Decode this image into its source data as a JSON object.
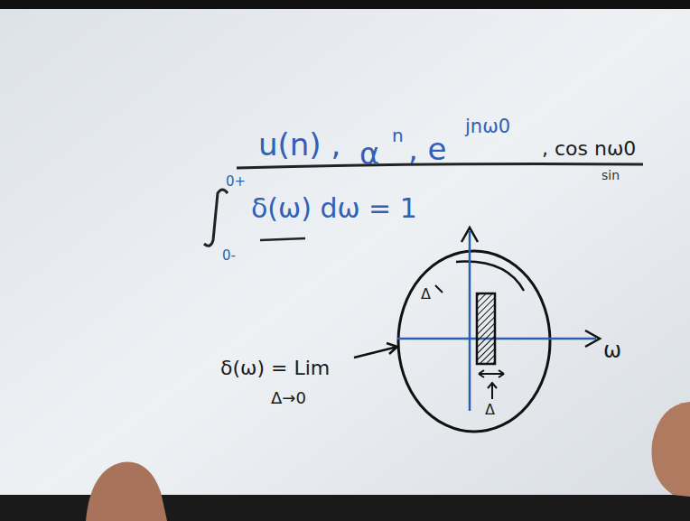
{
  "diagram": {
    "labels": [
      "u(n) ,",
      "α",
      "n",
      ", e",
      "jnω0",
      ", cos nω0",
      "sin",
      "0+",
      "0-",
      "δ(ω) dω = 1",
      "δ(ω) = Lim",
      "Δ→0",
      "ω",
      "Δ",
      "Δ"
    ]
  }
}
